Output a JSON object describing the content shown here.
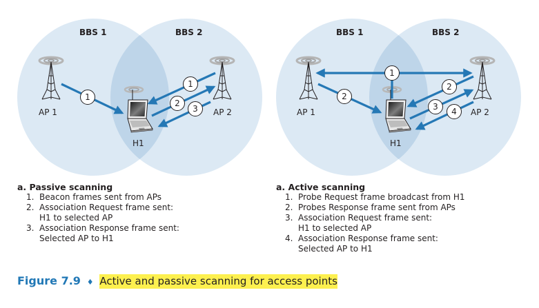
{
  "colors": {
    "bss_fill": "#dce9f4",
    "overlap_fill": "#bed5e9",
    "arrow": "#2578b5",
    "caption_accent": "#2178b6",
    "highlight": "#fdf04f"
  },
  "passive": {
    "bss1_label": "BBS 1",
    "bss2_label": "BBS 2",
    "ap1_label": "AP 1",
    "ap2_label": "AP 2",
    "host_label": "H1",
    "step_markers": [
      "1",
      "1",
      "2",
      "3"
    ],
    "legend_title": "a. Passive scanning",
    "legend_items": [
      {
        "num": "1.",
        "lines": [
          "Beacon frames sent from APs"
        ]
      },
      {
        "num": "2.",
        "lines": [
          "Association Request frame sent:",
          "H1 to selected AP"
        ]
      },
      {
        "num": "3.",
        "lines": [
          "Association Response frame sent:",
          "Selected AP to H1"
        ]
      }
    ]
  },
  "active": {
    "bss1_label": "BBS 1",
    "bss2_label": "BBS 2",
    "ap1_label": "AP 1",
    "ap2_label": "AP 2",
    "host_label": "H1",
    "step_markers": [
      "1",
      "2",
      "2",
      "3",
      "4"
    ],
    "legend_title": "a. Active scanning",
    "legend_items": [
      {
        "num": "1.",
        "lines": [
          "Probe Request frame broadcast from H1"
        ]
      },
      {
        "num": "2.",
        "lines": [
          "Probes Response frame sent from APs"
        ]
      },
      {
        "num": "3.",
        "lines": [
          "Association Request frame sent:",
          "H1 to selected AP"
        ]
      },
      {
        "num": "4.",
        "lines": [
          "Association Response frame sent:",
          "Selected AP to H1"
        ]
      }
    ]
  },
  "caption": {
    "figure_label": "Figure 7.9",
    "separator": "♦",
    "text": "Active and passive scanning for access points"
  }
}
